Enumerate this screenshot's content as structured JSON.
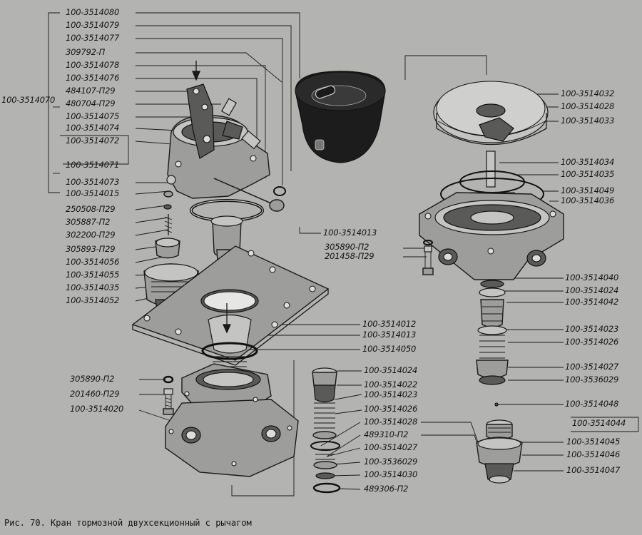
{
  "caption": "Рис. 70. Кран тормозной двухсекционный с рычагом",
  "labels": {
    "l01": "100-3514080",
    "l02": "100-3514079",
    "l03": "100-3514077",
    "l04": "309792-П",
    "l05": "100-3514078",
    "l06": "100-3514076",
    "l07": "484107-П29",
    "l08": "480704-П29",
    "l09": "100-3514070",
    "l10": "100-3514075",
    "l11": "100-3514074",
    "l12": "100-3514072",
    "l13": "100-3514071",
    "l14": "100-3514073",
    "l15": "100-3514015",
    "l16": "250508-П29",
    "l17": "305887-П2",
    "l18": "302200-П29",
    "l19": "305893-П29",
    "l20": "100-3514056",
    "l21": "100-3514055",
    "l22": "100-3514035",
    "l23": "100-3514052",
    "l24": "100-3514013",
    "l25": "305890-П2",
    "l26": "201458-П29",
    "l27": "100-3514012",
    "l28": "100-3514013",
    "l29": "100-3514050",
    "l30": "305890-П2",
    "l31": "201460-П29",
    "l32": "100-3514020",
    "l33": "100-3514024",
    "l34": "100-3514022",
    "l35": "100-3514023",
    "l36": "100-3514026",
    "l37": "100-3514028",
    "l38": "489310-П2",
    "l39": "100-3514027",
    "l40": "100-3536029",
    "l41": "100-3514030",
    "l42": "489306-П2",
    "r01": "100-3514032",
    "r02": "100-3514028",
    "r03": "100-3514033",
    "r04": "100-3514034",
    "r05": "100-3514035",
    "r06": "100-3514049",
    "r07": "100-3514036",
    "r08": "100-3514040",
    "r09": "100-3514024",
    "r10": "100-3514042",
    "r11": "100-3514023",
    "r12": "100-3514026",
    "r13": "100-3514027",
    "r14": "100-3536029",
    "r15": "100-3514048",
    "r16": "100-3514044",
    "r17": "100-3514045",
    "r18": "100-3514046",
    "r19": "100-3514047"
  }
}
